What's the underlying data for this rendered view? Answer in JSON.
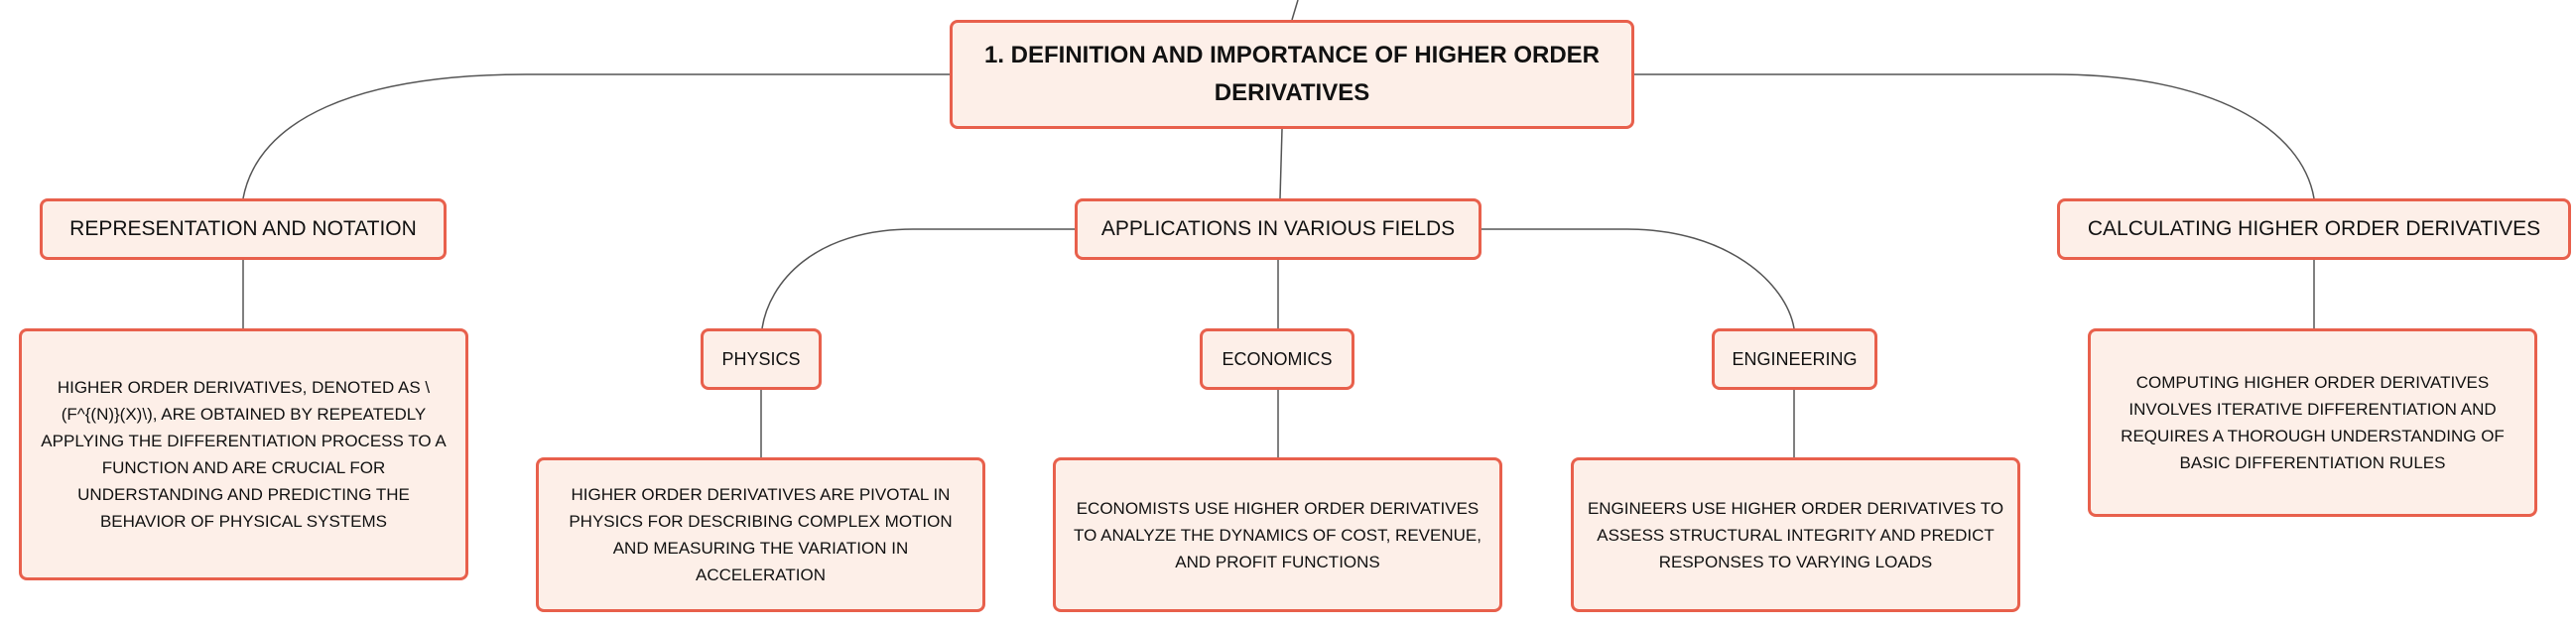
{
  "diagram": {
    "root": {
      "label": "1. DEFINITION AND IMPORTANCE OF HIGHER ORDER DERIVATIVES"
    },
    "branches": {
      "representation": {
        "label": "REPRESENTATION AND NOTATION",
        "detail": "HIGHER ORDER DERIVATIVES, DENOTED AS \\(F^{(N)}(X)\\), ARE OBTAINED BY REPEATEDLY APPLYING THE DIFFERENTIATION PROCESS TO A FUNCTION AND ARE CRUCIAL FOR UNDERSTANDING AND PREDICTING THE BEHAVIOR OF PHYSICAL SYSTEMS"
      },
      "applications": {
        "label": "APPLICATIONS IN VARIOUS FIELDS",
        "physics": {
          "label": "PHYSICS",
          "detail": "HIGHER ORDER DERIVATIVES ARE PIVOTAL IN PHYSICS FOR DESCRIBING COMPLEX MOTION AND MEASURING THE VARIATION IN ACCELERATION"
        },
        "economics": {
          "label": "ECONOMICS",
          "detail": "ECONOMISTS USE HIGHER ORDER DERIVATIVES TO ANALYZE THE DYNAMICS OF COST, REVENUE, AND PROFIT FUNCTIONS"
        },
        "engineering": {
          "label": "ENGINEERING",
          "detail": "ENGINEERS USE HIGHER ORDER DERIVATIVES TO ASSESS STRUCTURAL INTEGRITY AND PREDICT RESPONSES TO VARYING LOADS"
        }
      },
      "calculating": {
        "label": "CALCULATING HIGHER ORDER DERIVATIVES",
        "detail": "COMPUTING HIGHER ORDER DERIVATIVES INVOLVES ITERATIVE DIFFERENTIATION AND REQUIRES A THOROUGH UNDERSTANDING OF BASIC DIFFERENTIATION RULES"
      }
    }
  },
  "colors": {
    "node_border": "#e8604c",
    "node_fill": "#fdefe8",
    "connector": "#555555",
    "text": "#111111"
  }
}
